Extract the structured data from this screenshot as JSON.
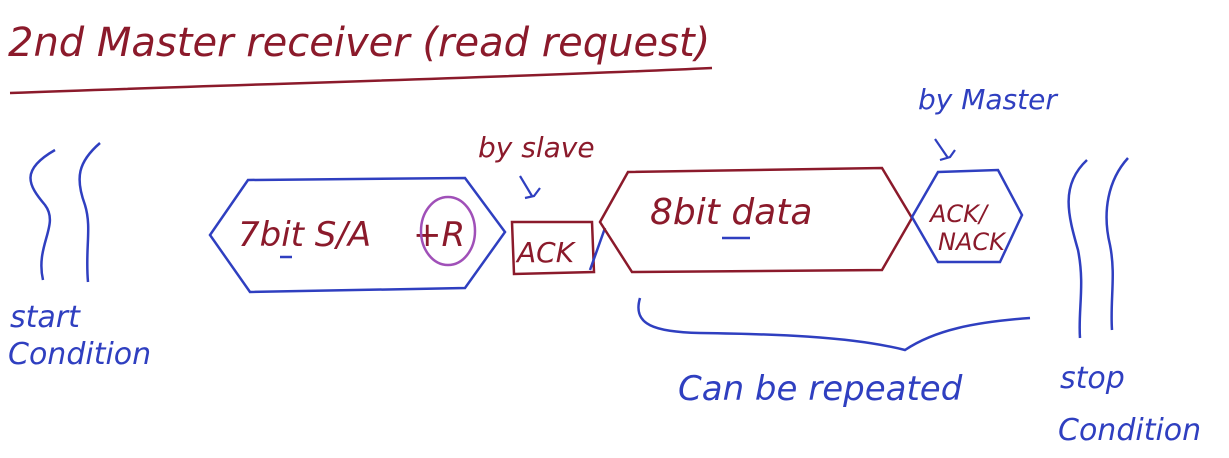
{
  "title": "2nd Master receiver (read request)",
  "start_label": [
    "start",
    "Condition"
  ],
  "address_label": "7bit S/A",
  "rw_label": "+R",
  "ack_label": "ACK",
  "ack_annotation": "by slave",
  "data_label": "8bit data",
  "master_ack_label": [
    "ACK/",
    "NACK"
  ],
  "master_ack_annotation": "by Master",
  "repeat_label": "Can be repeated",
  "stop_label": [
    "stop",
    "Condition"
  ],
  "colors": {
    "ink_red": "#8b1a2b",
    "ink_blue": "#2f3fc0",
    "ink_purple": "#a050b8"
  }
}
